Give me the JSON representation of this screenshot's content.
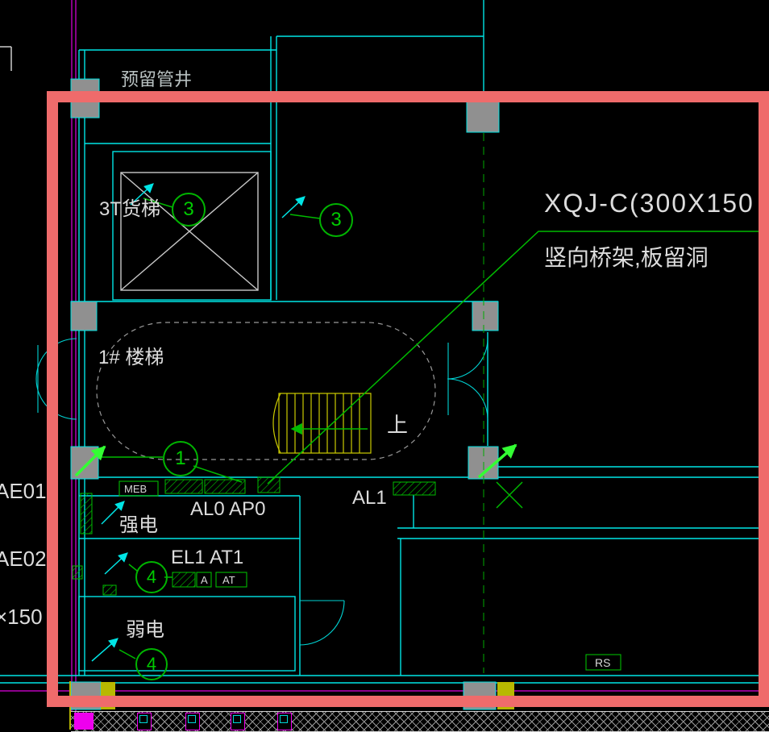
{
  "meta": {
    "description": "CAD electrical floor plan screenshot with red review highlight rectangle",
    "colors": {
      "background": "#000000",
      "wall_cyan": "#00e5e5",
      "annotation_green": "#00bb00",
      "bright_green": "#33ff33",
      "grid_magenta": "#e000e0",
      "stair_yellow": "#cccc00",
      "column_gray": "#909090",
      "column_yellow": "#b8b800",
      "text": "#dcdcdc",
      "highlight_red": "#ef6b6b"
    }
  },
  "labels": {
    "reserved_shaft": "预留管井",
    "freight_elevator": "3T货梯",
    "stair_name": "1# 楼梯",
    "up": "上",
    "tray_spec": "XQJ-C(300X150",
    "tray_note": "竖向桥架,板留洞",
    "meb": "MEB",
    "al0_ap0": "AL0 AP0",
    "al1": "AL1",
    "strong_power": "强电",
    "el1_at1": "EL1 AT1",
    "box_a": "A",
    "box_at": "AT",
    "weak_power": "弱电",
    "ae01": "AE01",
    "ae02": "AE02",
    "x150": "×150",
    "rs": "RS"
  },
  "bubbles": {
    "b3a": "3",
    "b3b": "3",
    "b1": "1",
    "b4a": "4",
    "b4b": "4"
  }
}
